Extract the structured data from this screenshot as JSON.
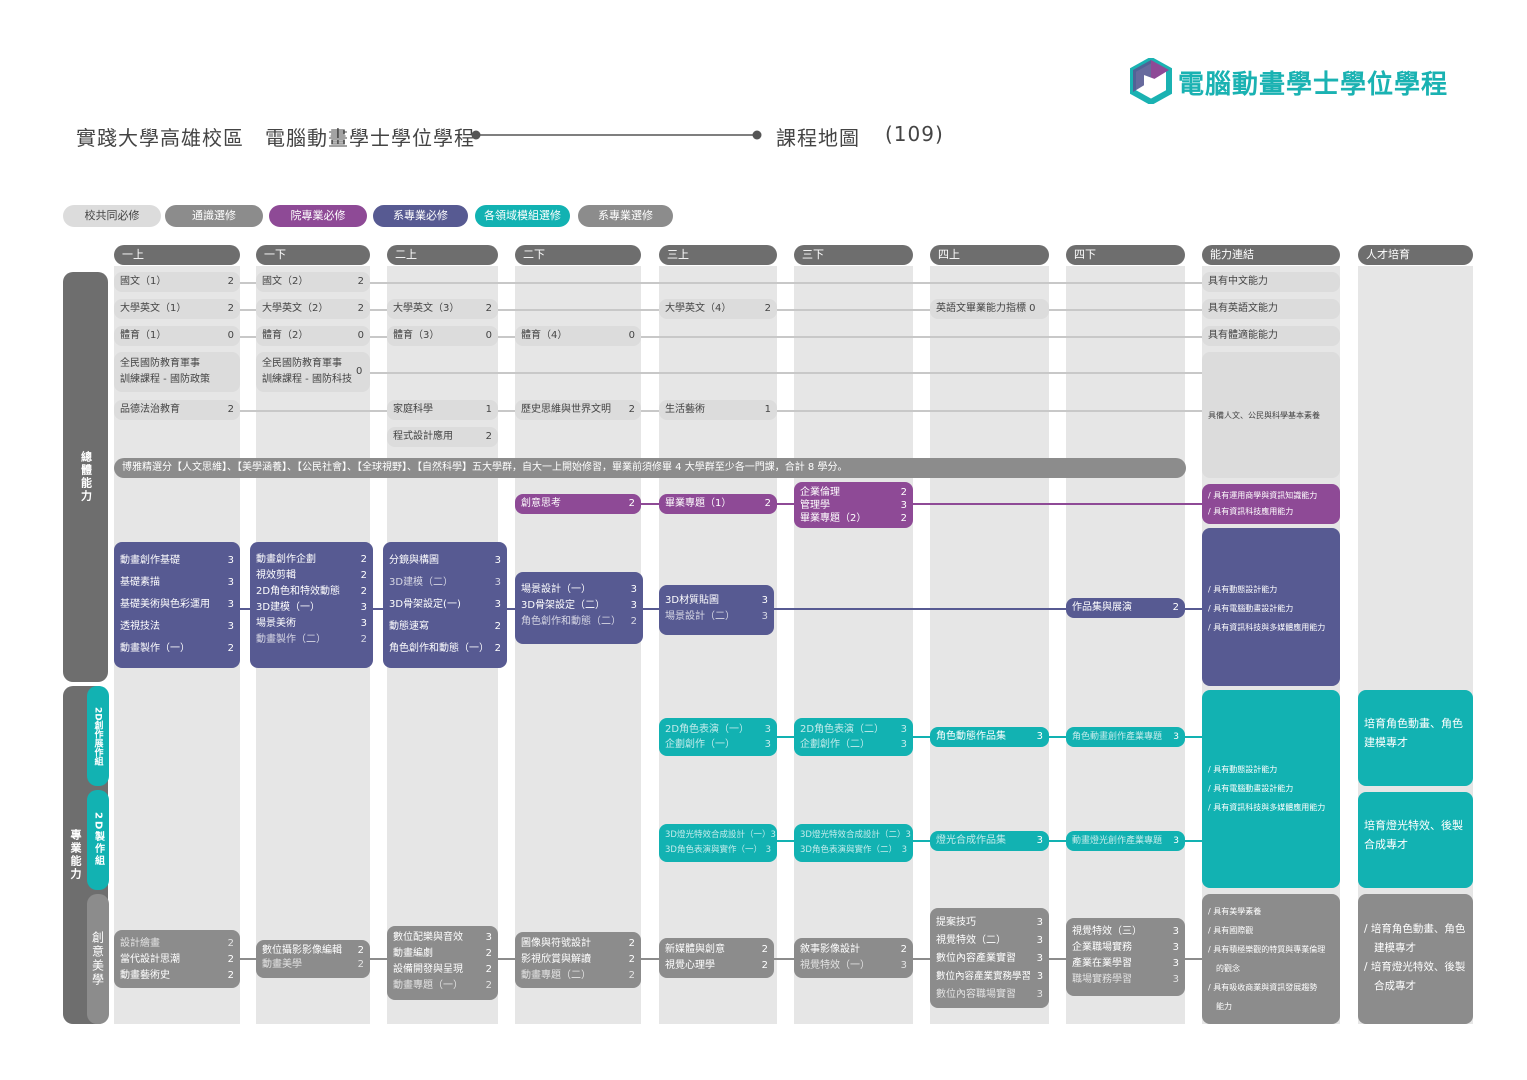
{
  "logo": {
    "text": "電腦動畫學士學位學程",
    "icon": "logo-hexagon-icon",
    "color": "#1ab2b2"
  },
  "header": {
    "left": "實踐大學高雄校區　電腦動畫學士學位學程",
    "right": "課程地圖",
    "year": "(109)"
  },
  "legend": [
    {
      "label": "校共同必修",
      "color": "#dcdcdc"
    },
    {
      "label": "通識選修",
      "color": "#8c8c8c"
    },
    {
      "label": "院專業必修",
      "color": "#8e4a96"
    },
    {
      "label": "系專業必修",
      "color": "#575a92"
    },
    {
      "label": "各領域模組選修",
      "color": "#12b2b2"
    },
    {
      "label": "系專業選修",
      "color": "#8c8c8c"
    }
  ],
  "columns": [
    "一上",
    "一下",
    "二上",
    "二下",
    "三上",
    "三下",
    "四上",
    "四下",
    "能力連結",
    "人才培育"
  ],
  "side": {
    "general": "總體能力",
    "professional": "專業能力",
    "sub1": "2D創作展作組",
    "sub2": "2D製作組",
    "sub3": "創意美學"
  },
  "general": {
    "r1": {
      "c1": [
        "國文（1）",
        "2"
      ],
      "c2": [
        "國文（2）",
        "2"
      ],
      "ability": "具有中文能力"
    },
    "r2": {
      "c1": [
        "大學英文（1）",
        "2"
      ],
      "c2": [
        "大學英文（2）",
        "2"
      ],
      "c3": [
        "大學英文（3）",
        "2"
      ],
      "c5": [
        "大學英文（4）",
        "2"
      ],
      "c7": [
        "英語文畢業能力指標 0"
      ],
      "ability": "具有英語文能力"
    },
    "r3": {
      "c1": [
        "體育（1）",
        "0"
      ],
      "c2": [
        "體育（2）",
        "0"
      ],
      "c3": [
        "體育（3）",
        "0"
      ],
      "c4": [
        "體育（4）",
        "0"
      ],
      "ability": "具有體適能能力"
    },
    "r4": {
      "c1a": "全民國防教育軍事",
      "c1b": "訓練課程 - 國防政策",
      "c2a": "全民國防教育軍事",
      "c2b": "訓練課程 - 國防科技",
      "c2v": "0"
    },
    "r5": {
      "c1": [
        "品德法治教育",
        "2"
      ],
      "c3": [
        "家庭科學",
        "1"
      ],
      "c4": [
        "歷史思維與世界文明",
        "2"
      ],
      "c5": [
        "生活藝術",
        "1"
      ]
    },
    "r6": {
      "c3": [
        "程式設計應用",
        "2"
      ]
    },
    "ability_big": "具備人文、公民與科學基本素養",
    "liberal": "博雅精選分【人文思維】、【美學涵養】、【公民社會】、【全球視野】、【自然科學】五大學群，自大一上開始修習，畢業前須修畢 4 大學群至少各一門課，合計 8 學分。"
  },
  "purple": {
    "c4": [
      "創意思考",
      "2"
    ],
    "c5": [
      "畢業專題（1）",
      "2"
    ],
    "c6": [
      [
        "企業倫理",
        "2"
      ],
      [
        "管理學",
        "3"
      ],
      [
        "畢業專題（2）",
        "2"
      ]
    ],
    "ability": [
      "/ 具有運用商學與資訊知識能力",
      "/ 具有資訊科技應用能力"
    ]
  },
  "navy": {
    "c1": [
      [
        "動畫創作基礎",
        "3"
      ],
      [
        "基礎素描",
        "3"
      ],
      [
        "基礎美術與色彩運用",
        "3"
      ],
      [
        "透視技法",
        "3"
      ],
      [
        "動畫製作（一）",
        "2"
      ]
    ],
    "c2": [
      [
        "動畫創作企劃",
        "2"
      ],
      [
        "視效剪輯",
        "2"
      ],
      [
        "2D角色和特效動態",
        "2"
      ],
      [
        "3D建模（一）",
        "3"
      ],
      [
        "場景美術",
        "3"
      ],
      [
        "動畫製作（二）",
        "2"
      ]
    ],
    "c3": [
      [
        "分鏡與構圖",
        "3"
      ],
      [
        "3D建模（二）",
        "3"
      ],
      [
        "3D骨架設定(一)",
        "3"
      ],
      [
        "動態速寫",
        "2"
      ],
      [
        "角色創作和動態（一）",
        "2"
      ]
    ],
    "c4": [
      [
        "場景設計（一）",
        "3"
      ],
      [
        "3D骨架設定（二）",
        "3"
      ],
      [
        "角色創作和動態（二）",
        "2"
      ]
    ],
    "c5": [
      [
        "3D材質貼圖",
        "3"
      ],
      [
        "場景設計（二）",
        "3"
      ]
    ],
    "c8": [
      "作品集與展演",
      "2"
    ],
    "ability": [
      "/ 具有動態設計能力",
      "/ 具有電腦動畫設計能力",
      "/ 具有資訊科技與多媒體應用能力"
    ]
  },
  "teal": {
    "a5": [
      [
        "2D角色表演（一）",
        "3"
      ],
      [
        "企劃創作（一）",
        "3"
      ]
    ],
    "a6": [
      [
        "2D角色表演（二）",
        "3"
      ],
      [
        "企劃創作（二）",
        "3"
      ]
    ],
    "a7": [
      "角色動態作品集",
      "3"
    ],
    "a8": [
      "角色動畫創作產業專題",
      "3"
    ],
    "b5": [
      [
        "3D燈光特效合成設計（一）",
        "3"
      ],
      [
        "3D角色表演與實作（一）",
        "3"
      ]
    ],
    "b6": [
      [
        "3D燈光特效合成設計（二）",
        "3"
      ],
      [
        "3D角色表演與實作（二）",
        "3"
      ]
    ],
    "b7": [
      "燈光合成作品集",
      "3"
    ],
    "b8": [
      "動畫燈光創作產業專題",
      "3"
    ],
    "ability": [
      "/ 具有動態設計能力",
      "/ 具有電腦動畫設計能力",
      "/ 具有資訊科技與多媒體應用能力"
    ],
    "talent1": "培育角色動畫、角色建模專才",
    "talent2": "培育燈光特效、後製合成專才"
  },
  "gray": {
    "c1": [
      [
        "設計繪畫",
        "2"
      ],
      [
        "當代設計思潮",
        "2"
      ],
      [
        "動畫藝術史",
        "2"
      ]
    ],
    "c2": [
      [
        "數位攝影影像編輯",
        "2"
      ],
      [
        "動畫美學",
        "2"
      ]
    ],
    "c3": [
      [
        "數位配樂與音效",
        "3"
      ],
      [
        "動畫編劇",
        "2"
      ],
      [
        "設備開發與呈現",
        "2"
      ],
      [
        "動畫專題（一）",
        "2"
      ]
    ],
    "c4": [
      [
        "圖像與符號設計",
        "2"
      ],
      [
        "影視欣賞與解讀",
        "2"
      ],
      [
        "動畫專題（二）",
        "2"
      ]
    ],
    "c5": [
      [
        "新媒體與創意",
        "2"
      ],
      [
        "視覺心理學",
        "2"
      ]
    ],
    "c6": [
      [
        "敘事影像設計",
        "2"
      ],
      [
        "視覺特效（一）",
        "3"
      ]
    ],
    "c7": [
      [
        "提案技巧",
        "3"
      ],
      [
        "視覺特效（二）",
        "3"
      ],
      [
        "數位內容產業實習",
        "3"
      ],
      [
        "數位內容產業實務學習",
        "3"
      ],
      [
        "數位內容職場實習",
        "3"
      ]
    ],
    "c8": [
      [
        "視覺特效（三）",
        "3"
      ],
      [
        "企業職場實務",
        "3"
      ],
      [
        "產業在業學習",
        "3"
      ],
      [
        "職場實務學習",
        "3"
      ]
    ],
    "ability": [
      "/ 具有美學素養",
      "/ 具有國際觀",
      "/ 具有積極樂觀的特質與專業倫理",
      "的觀念",
      "/ 具有吸收商業與資訊發展趨勢",
      "能力"
    ],
    "talent": [
      "/ 培育角色動畫、角色",
      "建模專才",
      "/ 培育燈光特效、後製",
      "合成專才"
    ]
  }
}
